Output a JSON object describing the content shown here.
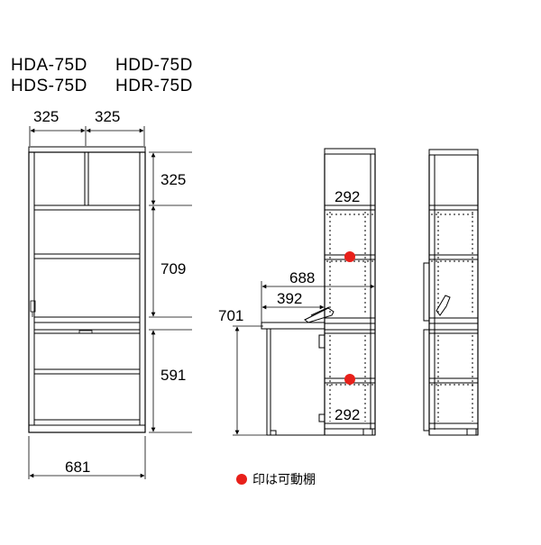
{
  "models": {
    "line1": [
      "HDA-75D",
      "HDD-75D"
    ],
    "line2": [
      "HDS-75D",
      "HDR-75D"
    ]
  },
  "dimensions": {
    "top_left_width": "325",
    "top_right_width": "325",
    "top_section_height": "325",
    "middle_section_height": "709",
    "lower_section_height": "591",
    "total_width": "681",
    "total_depth": "688",
    "shelf_depth": "392",
    "counter_height": "701",
    "upper_shelf_depth": "292",
    "lower_shelf_depth": "292"
  },
  "legend": {
    "label": "印は可動棚",
    "marker_color": "#e8201a"
  },
  "colors": {
    "line": "#000000",
    "marker": "#e8201a"
  }
}
